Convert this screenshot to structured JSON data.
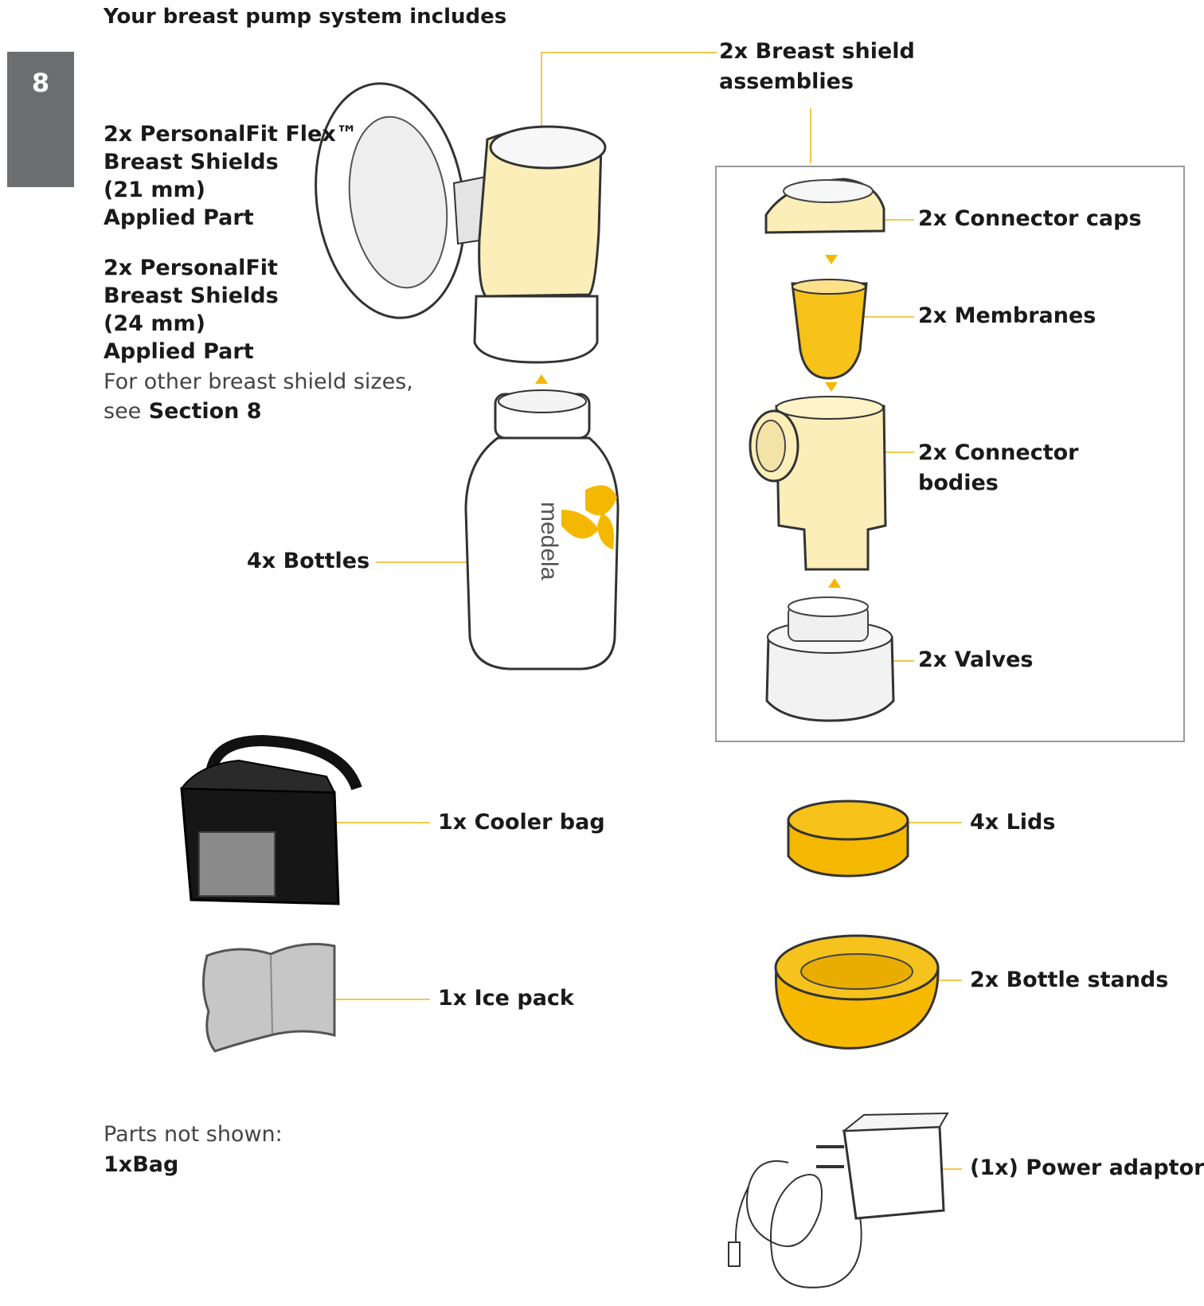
{
  "page": {
    "heading": "Your breast pump system includes",
    "page_number": "8"
  },
  "labels": {
    "breast_shield_assemblies": [
      "2x Breast shield",
      "assemblies"
    ],
    "flex_shields": [
      "2x PersonalFit Flex™",
      "Breast Shields",
      "(21 mm)",
      "Applied Part"
    ],
    "personalfit_shields": [
      "2x PersonalFit",
      "Breast Shields",
      "(24 mm)",
      "Applied Part"
    ],
    "other_sizes_prefix": "For other breast shield sizes,",
    "see": "see",
    "section_ref": "Section 8",
    "bottles": "4x Bottles",
    "bottle_brand": "medela",
    "connector_caps": "2x Connector caps",
    "membranes": "2x Membranes",
    "connector_bodies": [
      "2x Connector",
      "bodies"
    ],
    "valves": "2x Valves",
    "cooler_bag": "1x Cooler bag",
    "ice_pack": "1x Ice pack",
    "lids": "4x Lids",
    "bottle_stands": "2x Bottle stands",
    "power_adaptor": "(1x) Power adaptor",
    "parts_not_shown": "Parts not shown:",
    "bag": "1xBag"
  },
  "colors": {
    "accent_yellow": "#f5b800",
    "pale_yellow": "#fbeeb8",
    "leader_line": "#f2c94c",
    "tab_gray": "#6c6e70"
  }
}
